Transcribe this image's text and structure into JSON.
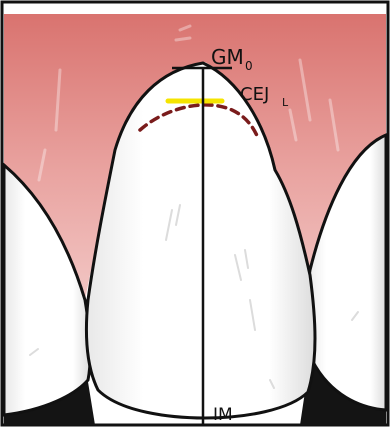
{
  "labels": {
    "gingival_margin": "GM",
    "gingival_margin_sub": "0",
    "cej": "CEJ",
    "cej_sub": "L",
    "incisal_midpoint": "IM"
  },
  "colors": {
    "gingiva_top": "#d9736f",
    "gingiva_bottom": "#f2c6c4",
    "tooth": "#ffffff",
    "outline": "#111111",
    "cej_marker": "#f5e400",
    "bone_crest_dashed": "#7a1c1c",
    "interdental_dark": "#141414"
  }
}
